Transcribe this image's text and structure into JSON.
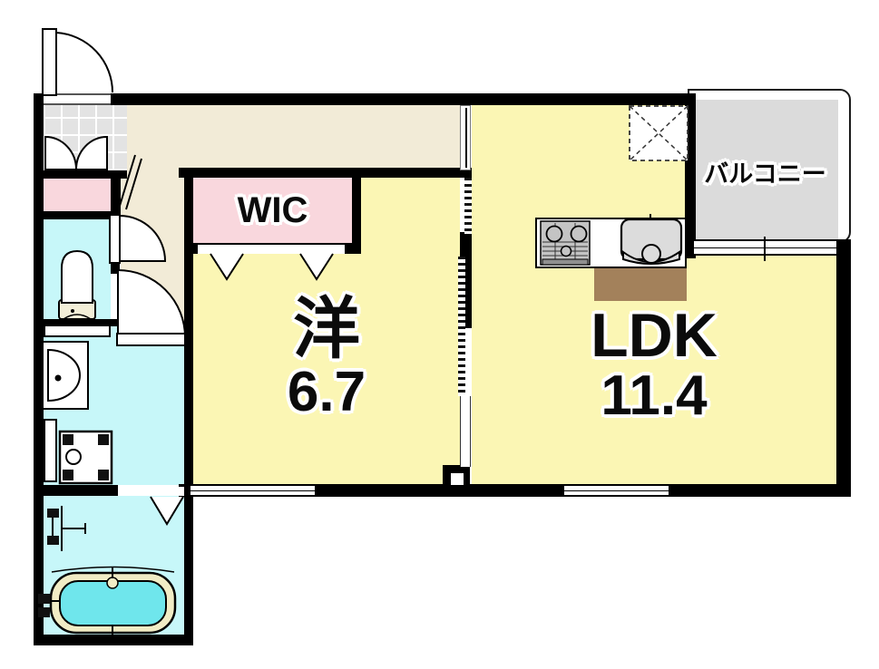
{
  "floorplan": {
    "type": "apartment-floor-plan",
    "rooms": {
      "wic": {
        "label": "WIC"
      },
      "western_room": {
        "label": "洋",
        "area": "6.7"
      },
      "ldk": {
        "label": "LDK",
        "area": "11.4"
      },
      "balcony": {
        "label": "バルコニー"
      }
    },
    "fixtures": [
      "entrance-door",
      "genkan-closet-doors",
      "toilet-door",
      "washroom-door",
      "toilet-icon",
      "washbasin-icon",
      "washing-machine-icon",
      "shower-fixture-icon",
      "bathtub-icon",
      "bath-folding-door",
      "wic-folding-doors",
      "stove-icon",
      "kitchen-sink-icon",
      "refrigerator-space-icon",
      "sliding-partition",
      "balcony-rail-tick"
    ],
    "colors": {
      "room_yellow": "#FBF6B4",
      "wet_area_cyan": "#C7F7F9",
      "bathtub_cyan": "#6FE6EC",
      "closet_pink": "#F9D7DD",
      "hallway_beige": "#F2EBD7",
      "balcony_gray": "#DBDBDB",
      "entry_tile_gray": "#E3E3E3",
      "kitchen_floor_brown": "#A3815B",
      "wall_black": "#000000"
    }
  }
}
